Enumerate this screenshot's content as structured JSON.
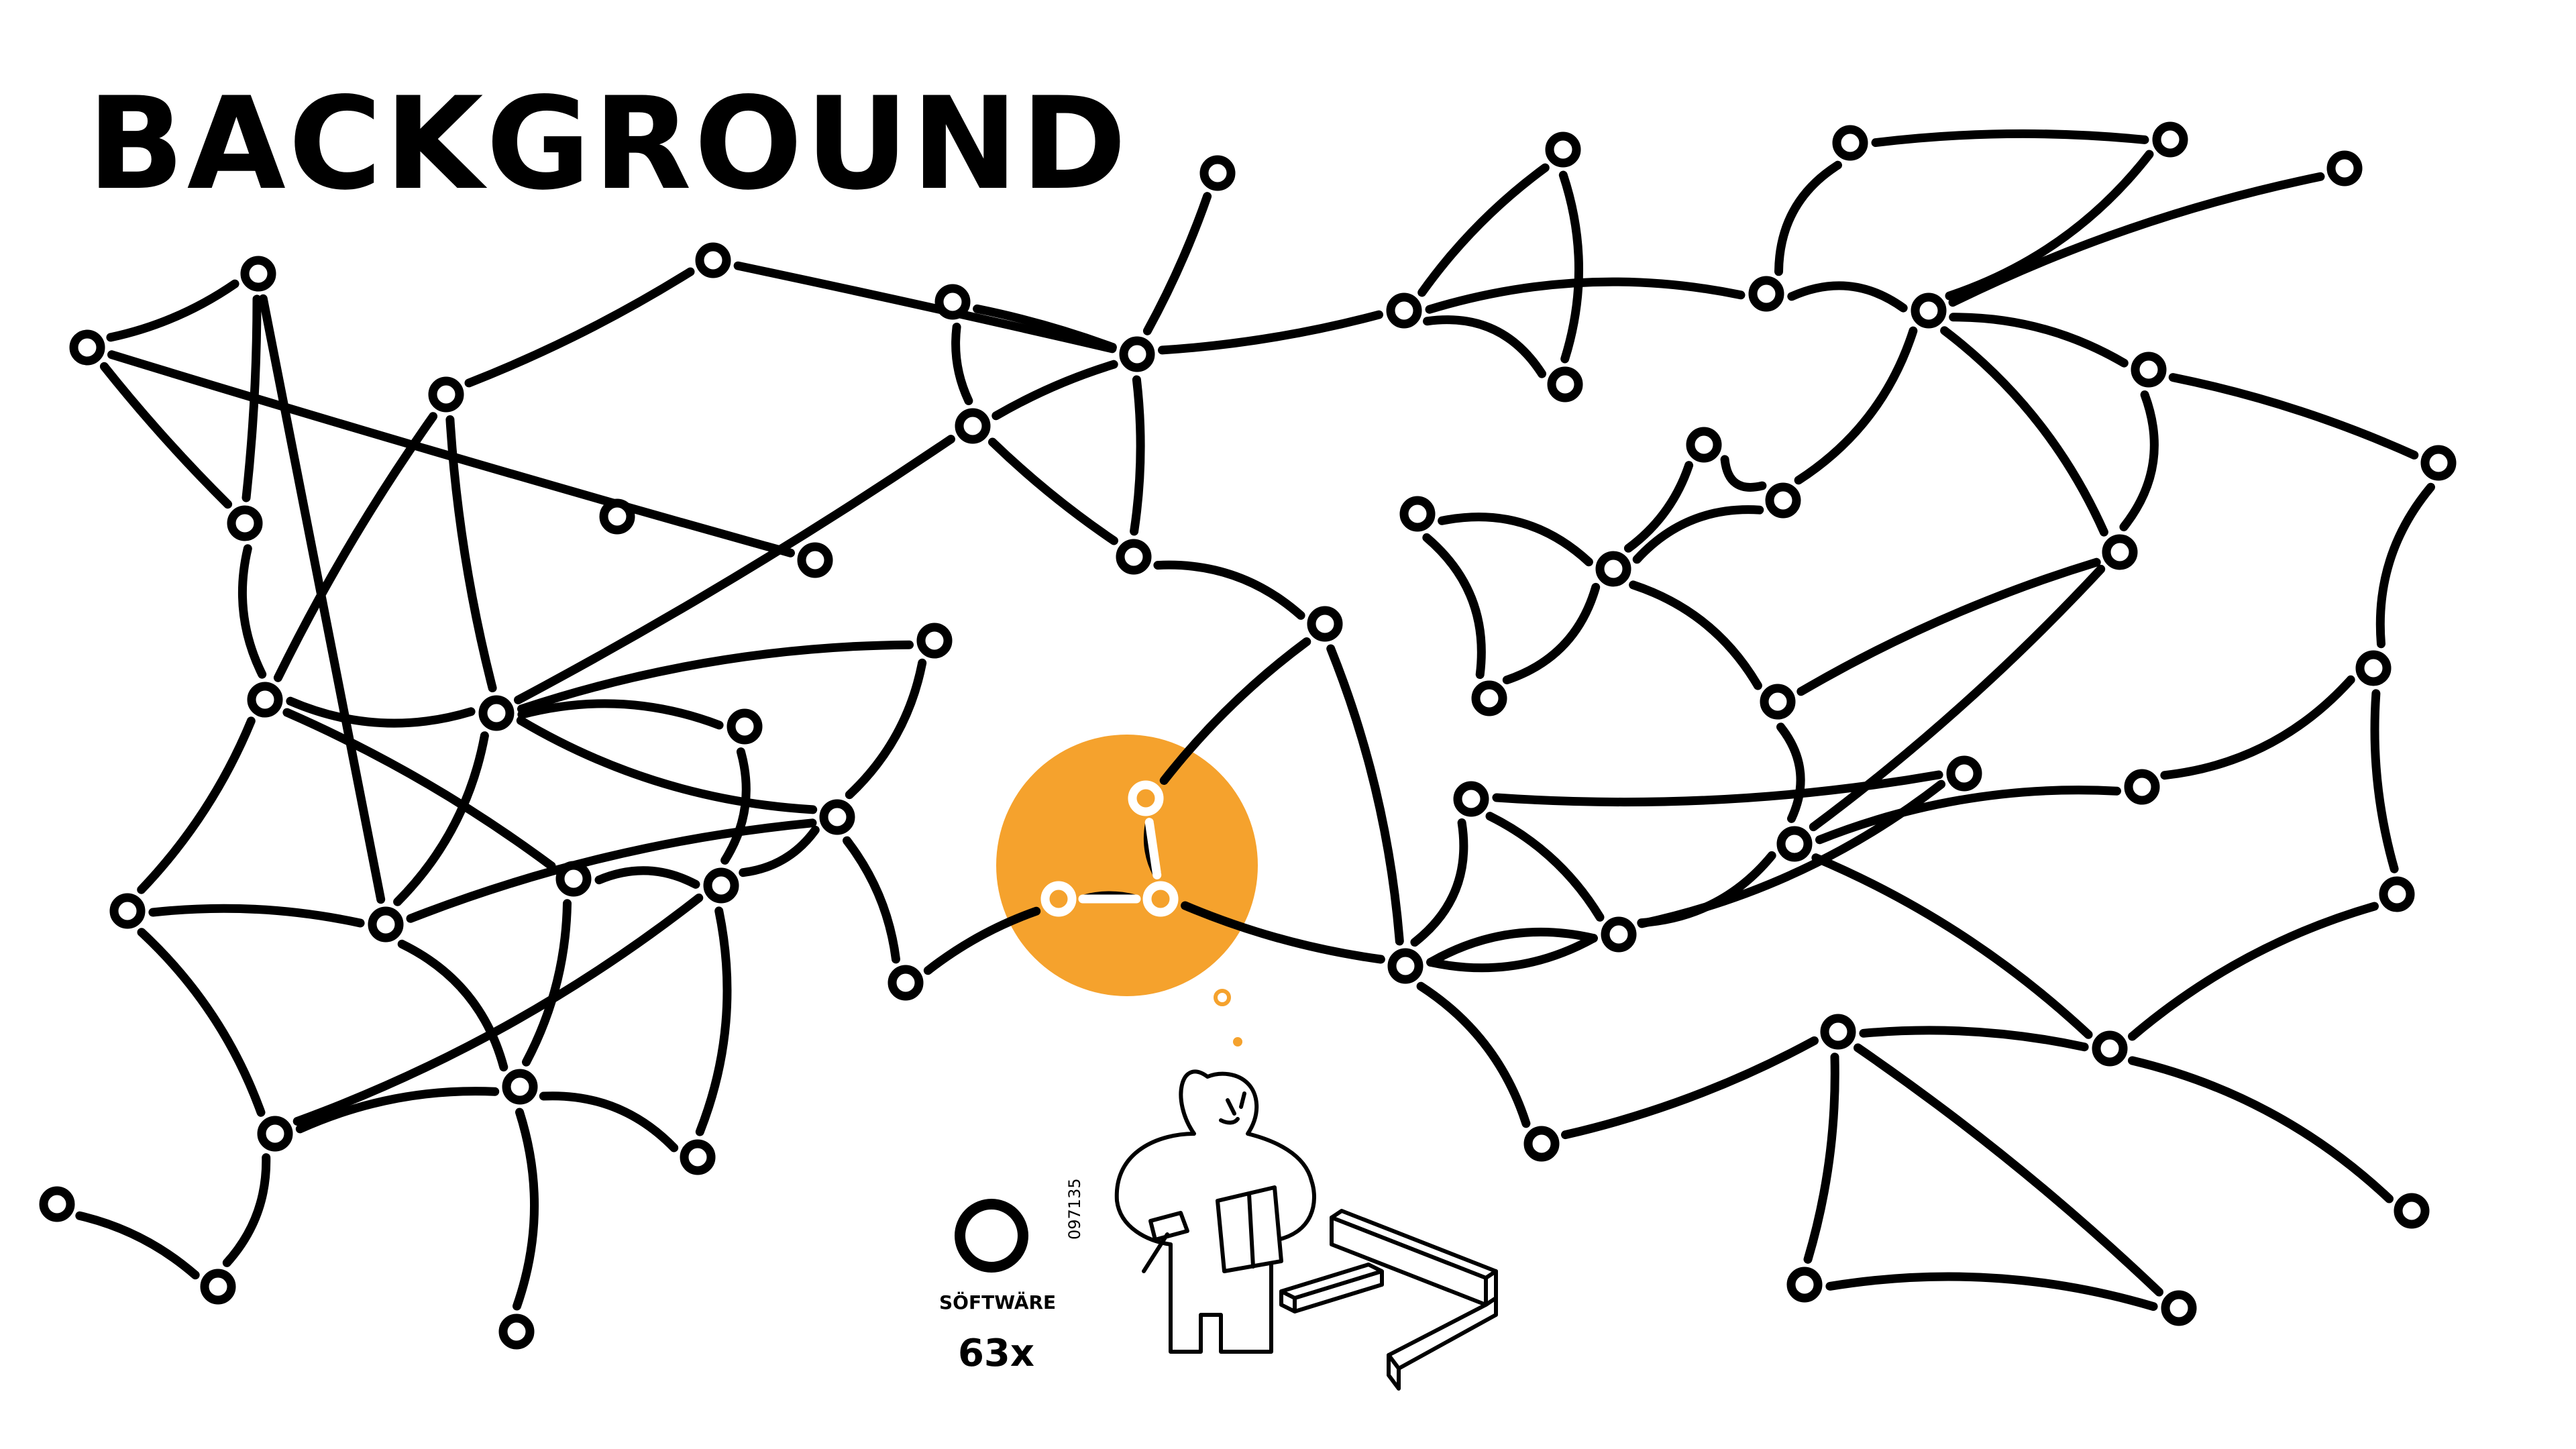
{
  "title": "BACKGROUND",
  "brand": {
    "name": "SÖFTWÄRE",
    "code": "097135",
    "count": "63x"
  },
  "colors": {
    "ink": "#000000",
    "highlight": "#F5A22D",
    "background": "#FFFFFF"
  },
  "graph": {
    "highlighted_nodes": [
      "h1",
      "h2",
      "h3"
    ]
  },
  "illustration": {
    "figure": "person-reading-instructions-icon",
    "parts": "furniture-pieces-icon"
  }
}
